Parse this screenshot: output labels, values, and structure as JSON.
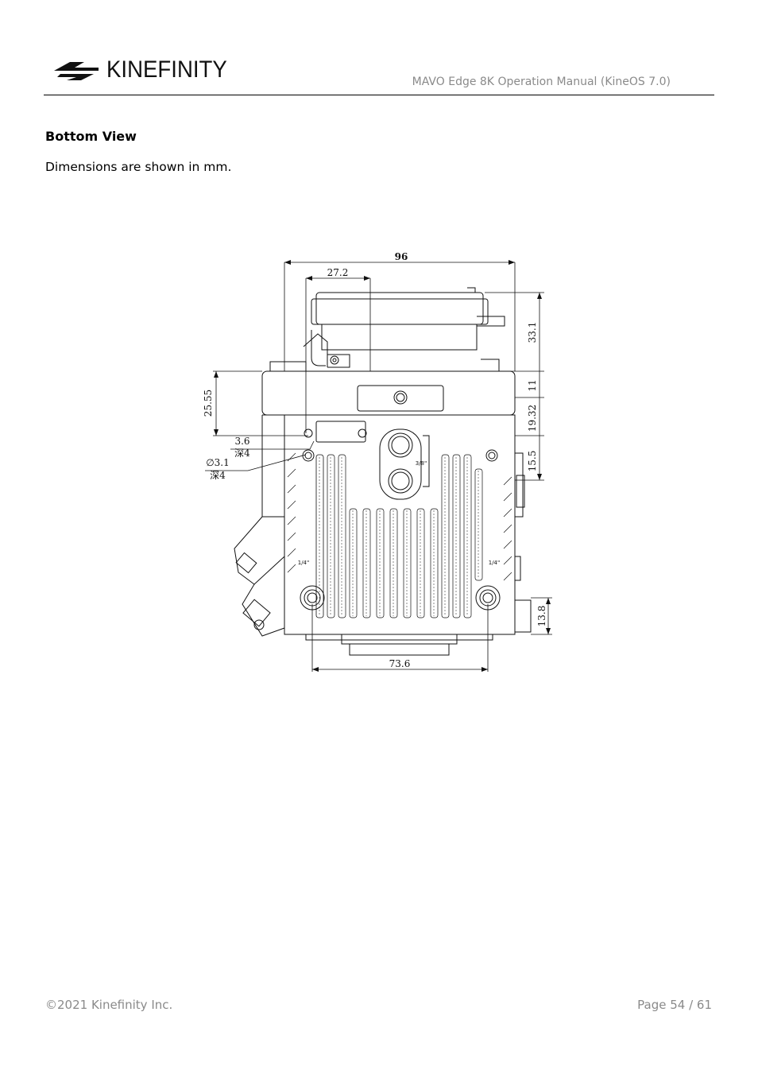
{
  "header": {
    "brand": "KINEFINITY",
    "title": "MAVO Edge 8K Operation Manual (KineOS 7.0)"
  },
  "section": {
    "title": "Bottom View",
    "body": "Dimensions are shown in mm."
  },
  "drawing": {
    "dimensions": {
      "width_total": "96",
      "offset_top": "27.2",
      "height_mount": "33.1",
      "height_a": "11",
      "height_b": "19.32",
      "height_c": "15.5",
      "height_side": "25.55",
      "hole_small": "3.6",
      "hole_small_depth": "深4",
      "hole_diameter": "∅3.1",
      "hole_diameter_depth": "深4",
      "width_bottom": "73.6",
      "height_bottom": "13.8"
    },
    "thread_labels": {
      "center": "3/8\"",
      "left": "1/4\"",
      "right": "1/4\""
    }
  },
  "footer": {
    "copyright": "©2021 Kinefinity Inc.",
    "page": "Page 54 / 61"
  }
}
